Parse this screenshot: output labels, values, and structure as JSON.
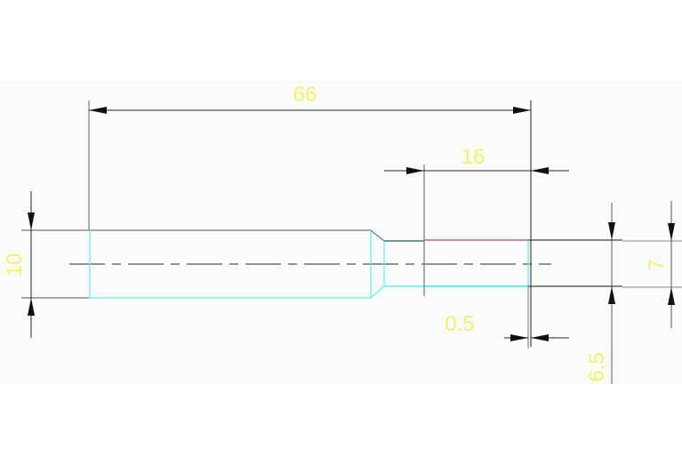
{
  "drawing": {
    "dimensions": {
      "overall_length": "66",
      "right_section_length": "16",
      "offset": "0.5",
      "left_diameter": "10",
      "right_outer": "7",
      "right_inner": "6.5"
    },
    "colors": {
      "background_band": "#fafcfa",
      "outline": "#777777",
      "hidden_edge": "#5ff0f0",
      "highlight": "#c060a0",
      "red_edge": "#ff3030",
      "dim_text": "#f4f06a",
      "dim_line": "#222222"
    }
  }
}
